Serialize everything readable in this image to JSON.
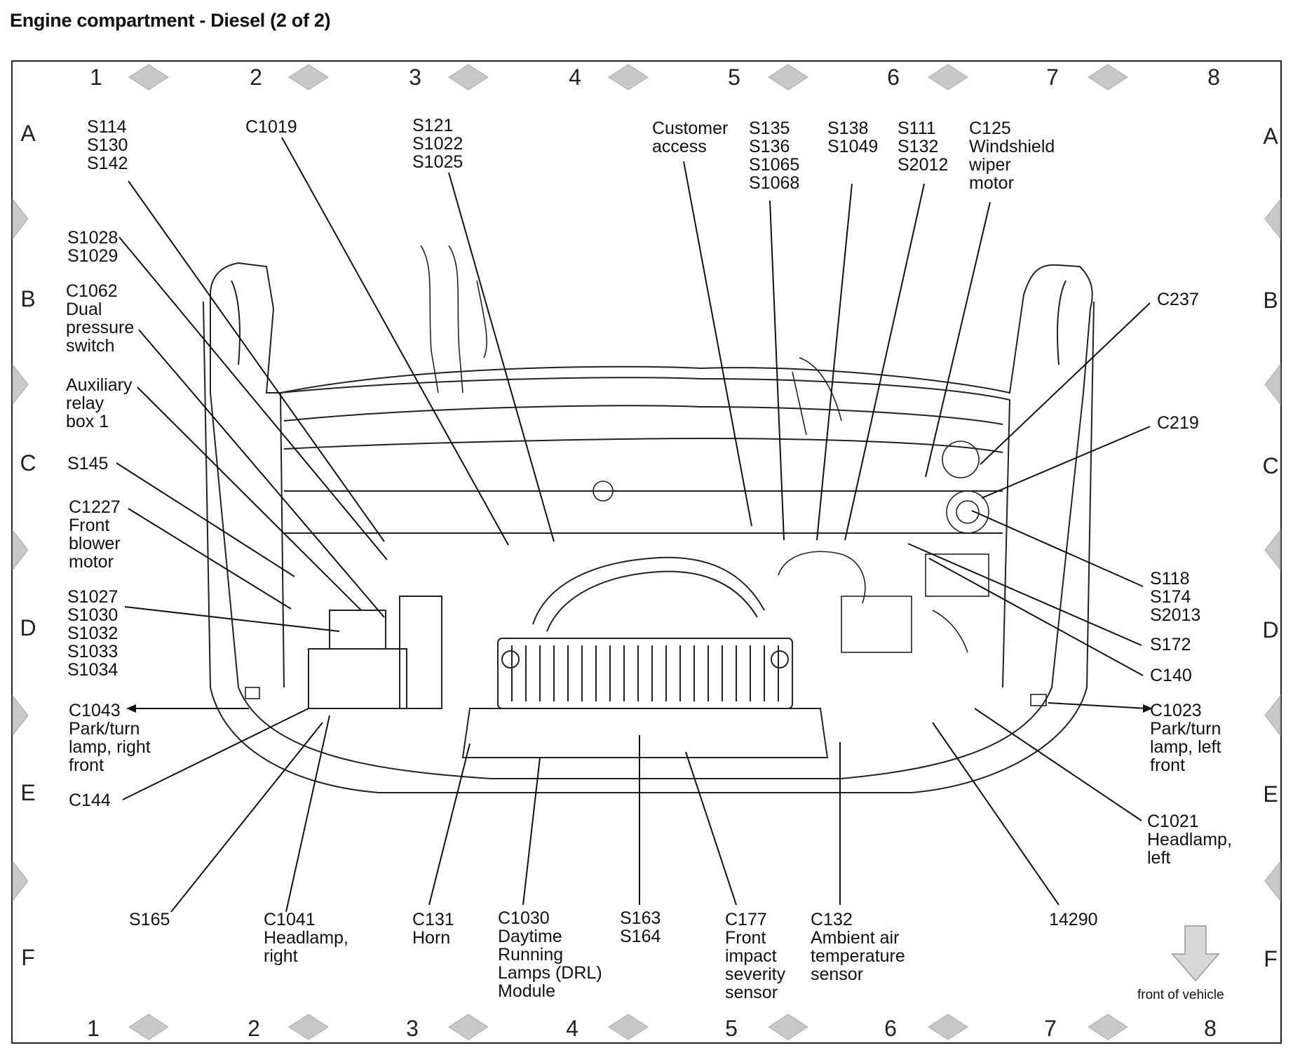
{
  "title": "Engine compartment - Diesel (2 of 2)",
  "grid": {
    "columns": [
      "1",
      "2",
      "3",
      "4",
      "5",
      "6",
      "7",
      "8"
    ],
    "rows": [
      "A",
      "B",
      "C",
      "D",
      "E",
      "F"
    ]
  },
  "labels": {
    "s114": "S114\nS130\nS142",
    "c1019": "C1019",
    "s121": "S121\nS1022\nS1025",
    "customer": "Customer\naccess",
    "s135": "S135\nS136\nS1065\nS1068",
    "s138": "S138\nS1049",
    "s111": "S111\nS132\nS2012",
    "c125": "C125\nWindshield\nwiper\nmotor",
    "s1028": "S1028\nS1029",
    "c1062": "C1062\nDual\npressure\nswitch",
    "aux": "Auxiliary\nrelay\nbox 1",
    "s145": "S145",
    "c1227": "C1227\nFront\nblower\nmotor",
    "s1027": "S1027\nS1030\nS1032\nS1033\nS1034",
    "c1043": "C1043\nPark/turn\nlamp, right\nfront",
    "c144": "C144",
    "c237": "C237",
    "c219": "C219",
    "s118": "S118\nS174\nS2013",
    "s172": "S172",
    "c140": "C140",
    "c1023": "C1023\nPark/turn\nlamp, left\nfront",
    "c1021": "C1021\nHeadlamp,\nleft",
    "s165": "S165",
    "c1041": "C1041\nHeadlamp,\nright",
    "c131": "C131\nHorn",
    "c1030": "C1030\nDaytime\nRunning\nLamps (DRL)\nModule",
    "s163": "S163\nS164",
    "c177": "C177\nFront\nimpact\nseverity\nsensor",
    "c132": "C132\nAmbient air\ntemperature\nsensor",
    "n14290": "14290",
    "front_of_vehicle": "front of vehicle"
  },
  "colors": {
    "line": "#111111",
    "diamond": "#c8c8c8",
    "arrow": "#d8d8d8"
  }
}
